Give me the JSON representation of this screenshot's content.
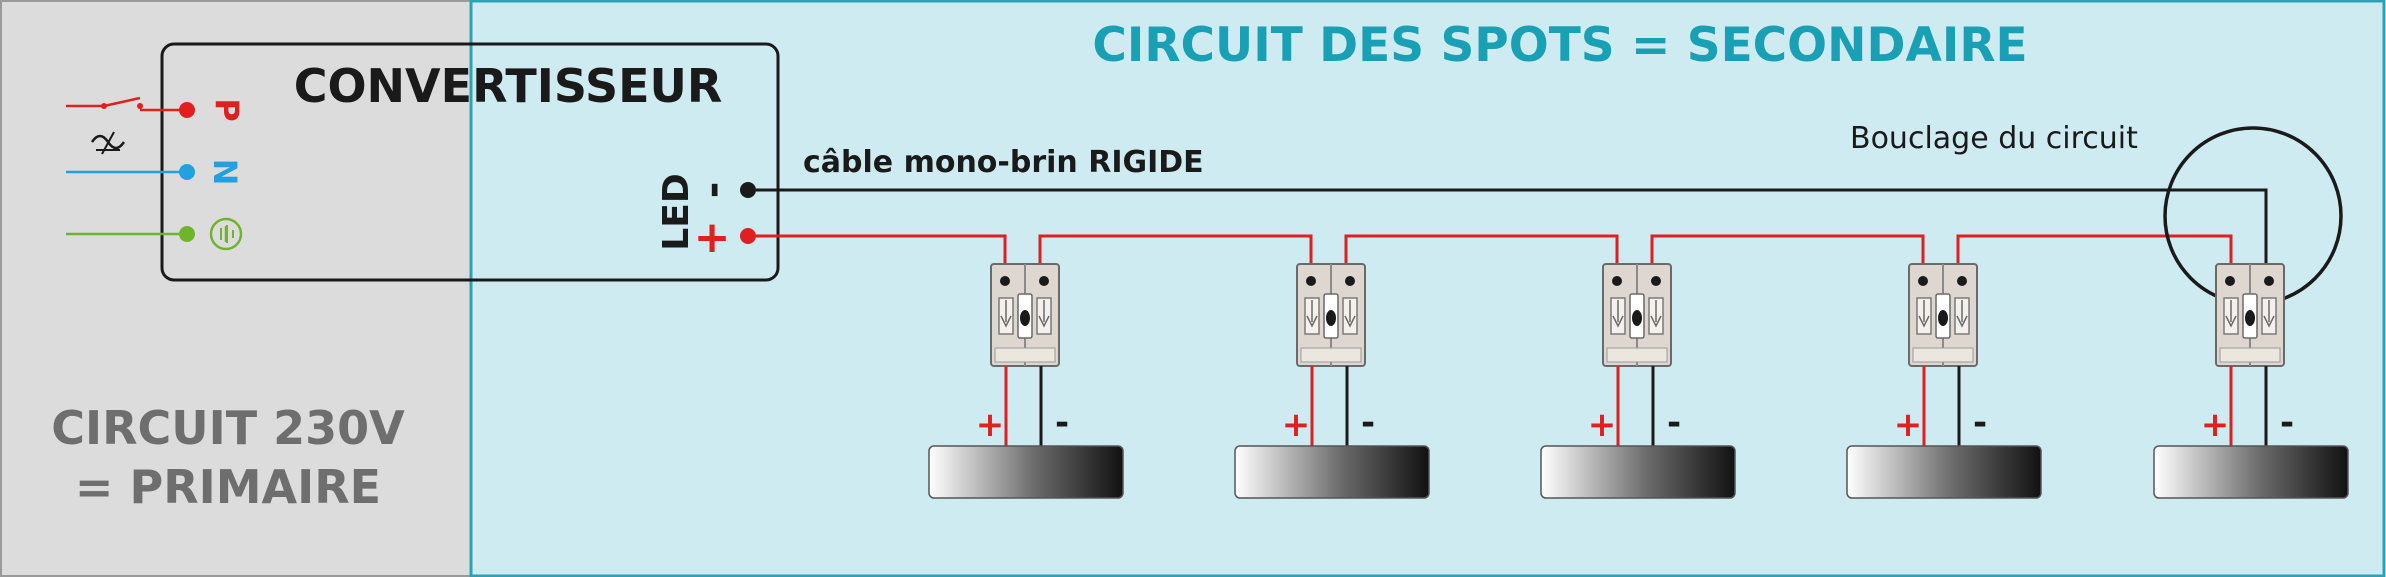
{
  "primary": {
    "label_line1": "CIRCUIT 230V",
    "label_line2": "= PRIMAIRE"
  },
  "secondary": {
    "title": "CIRCUIT DES SPOTS = SECONDAIRE"
  },
  "converter": {
    "title": "CONVERTISSEUR",
    "led_label": "LED",
    "terminals": {
      "phase": "P",
      "neutral": "N",
      "minus": "-",
      "plus": "+"
    }
  },
  "cable": {
    "label": "câble mono-brin RIGIDE"
  },
  "loop": {
    "label": "Bouclage du circuit"
  },
  "spots": [
    {
      "plus": "+",
      "minus": "-"
    },
    {
      "plus": "+",
      "minus": "-"
    },
    {
      "plus": "+",
      "minus": "-"
    },
    {
      "plus": "+",
      "minus": "-"
    },
    {
      "plus": "+",
      "minus": "-"
    }
  ],
  "colors": {
    "primary_bg": "#dcdcdc",
    "secondary_bg": "#cdebf1",
    "secondary_border": "#2aa3b8",
    "title_teal": "#1aa0b4",
    "phase_red": "#e02020",
    "neutral_blue": "#22a0e0",
    "earth_green": "#6fb52c",
    "wire_black": "#1a1a1a",
    "label_gray": "#6e6e6e"
  },
  "icons": {
    "switch": "switch-icon",
    "ac_symbol": "ac-symbol-icon",
    "earth": "earth-ground-icon",
    "connector": "wago-connector-icon",
    "spot": "led-spot-icon"
  }
}
